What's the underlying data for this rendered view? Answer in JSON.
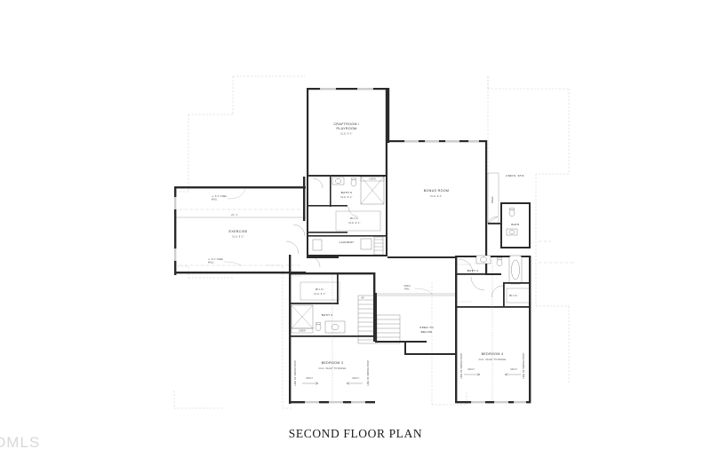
{
  "sheet": {
    "title": "SECOND FLOOR PLAN",
    "watermark": "DMLS",
    "background_color": "#ffffff",
    "line_color": "#2a2a2a",
    "context_line_color": "#c4c4c4"
  },
  "rooms": {
    "craftroom": {
      "name": "CRAFTROOM /",
      "name2": "PLAYROOM",
      "ceiling": "CLG: 9'-1\""
    },
    "bonus": {
      "name": "BONUS ROOM",
      "ceiling": "CLG: 9'-1\""
    },
    "exercise": {
      "name": "EXERCISE",
      "ceiling": "CLG: 9'-1\""
    },
    "bedroom3": {
      "name": "BEDROOM 3",
      "ceiling": "CLG: VAULT TO RIDGE"
    },
    "bedroom4": {
      "name": "BEDROOM 4",
      "ceiling": "CLG: VAULT TO RIDGE"
    },
    "bath3": {
      "name": "BATH 3"
    },
    "bath4": {
      "name": "BATH 4"
    },
    "bath5": {
      "name": "BATH 5",
      "ceiling": "CLG: 9'-1\""
    },
    "bath6": {
      "name": "BATH"
    },
    "laundry": {
      "name": "LAUNDRY"
    },
    "unfin_sto": {
      "name": "UNFIN. STO."
    },
    "wic_upper": {
      "name": "W.I.C.",
      "ceiling": "CLG: 9'-1\""
    },
    "wic_left": {
      "name": "W.I.C.",
      "ceiling": "CLG: 9'-1\""
    },
    "wic_right": {
      "name": "W.I.C."
    },
    "open_to_below": {
      "name": "OPEN TO",
      "name2": "BELOW"
    }
  },
  "annotations": {
    "knee_wall_top": "+/- 8'-1\" KNEE",
    "knee_wall_top2": "WALL",
    "knee_wall_bottom": "+/- 8'-1\" KNEE",
    "knee_wall_bottom2": "WALL",
    "exercise_dim": "24'- 1\"",
    "open_rail": "OPEN",
    "open_rail2": "RAIL",
    "vault_left_a": "VAULT",
    "vault_left_b": "VAULT",
    "vault_right_a": "VAULT",
    "vault_right_b": "VAULT",
    "slope_left": "LINE OF SPRING POINT",
    "slope_left2": "LINE OF SPRING POINT",
    "slope_right": "LINE OF SPRING POINT",
    "slope_right2": "LINE OF SPRING POINT",
    "linen_top": "LINEN",
    "linen_bath3": "LINEN",
    "sto_label": "STO.",
    "shelf_right": "SHELF",
    "up_label": "UP"
  }
}
